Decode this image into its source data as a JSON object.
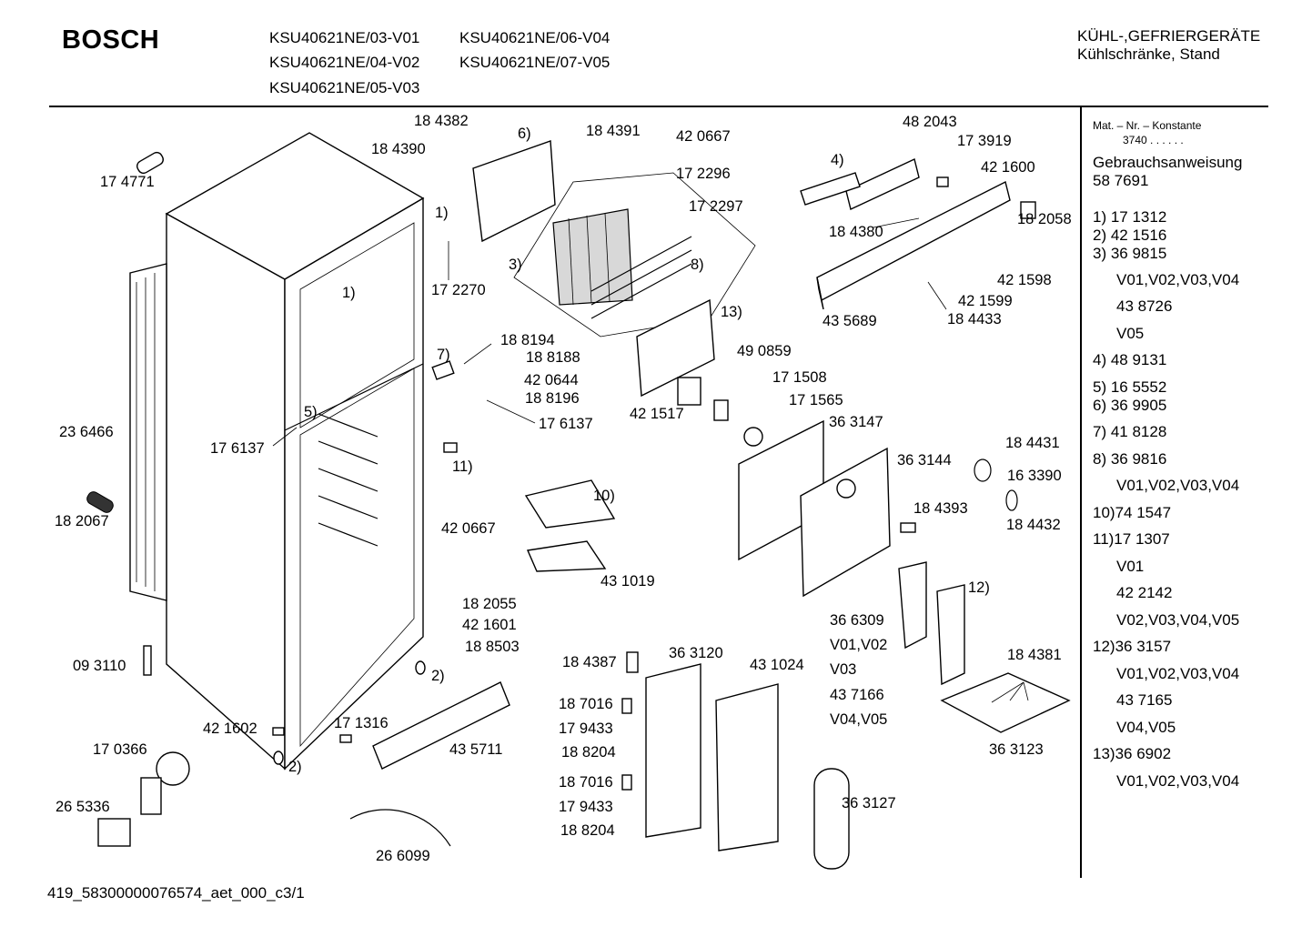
{
  "header": {
    "brand": "BOSCH",
    "models": [
      "KSU40621NE/03-V01",
      "KSU40621NE/04-V02",
      "KSU40621NE/05-V03",
      "KSU40621NE/06-V04",
      "KSU40621NE/07-V05"
    ],
    "category": "KÜHL-,GEFRIERGERÄTE",
    "subcategory": "Kühlschränke, Stand"
  },
  "sidebar": {
    "mat_label": "Mat. – Nr. – Konstante",
    "mat_value": "3740 . .     . . . .",
    "manual_label": "Gebrauchsanweisung",
    "manual_number": "58 7691",
    "rows": [
      "1)  17 1312",
      "2)  42 1516",
      "3)  36 9815",
      "V01,V02,V03,V04",
      "43 8726",
      "V05",
      "4)  48 9131",
      "5)  16 5552",
      "6)  36 9905",
      "7)  41 8128",
      "8)  36 9816",
      "V01,V02,V03,V04",
      "10)74 1547",
      "11)17 1307",
      "V01",
      "42 2142",
      "V02,V03,V04,V05",
      "12)36 3157",
      "V01,V02,V03,V04",
      "43 7165",
      "V04,V05",
      "13)36 6902",
      "V01,V02,V03,V04"
    ]
  },
  "labels": [
    "18 4382",
    "6)",
    "18 4391",
    "42 0667",
    "18 4390",
    "17 2296",
    "17 2297",
    "1)",
    "3)",
    "8)",
    "17 2270",
    "17 4771",
    "48 2043",
    "17 3919",
    "4)",
    "42 1600",
    "18 4380",
    "18 2058",
    "42 1598",
    "42 1599",
    "43 5689",
    "18 4433",
    "1)",
    "18 8194",
    "7)",
    "18 8188",
    "42 0644",
    "18 8196",
    "17 6137",
    "13)",
    "49 0859",
    "17 1508",
    "42 1517",
    "17 1565",
    "36 3147",
    "23 6466",
    "5)",
    "17 6137",
    "11)",
    "10)",
    "36 3144",
    "18 4431",
    "16 3390",
    "18 4393",
    "18 4432",
    "18 2067",
    "42 0667",
    "43 1019",
    "12)",
    "18 2055",
    "42 1601",
    "18 8503",
    "36 6309",
    "V01,V02",
    "V03",
    "43 7166",
    "V04,V05",
    "18 4381",
    "09 3110",
    "2)",
    "18 4387",
    "36 3120",
    "43 1024",
    "42 1602",
    "17 1316",
    "43 5711",
    "18 7016",
    "17 9433",
    "18 8204",
    "36 3123",
    "17 0366",
    "2)",
    "18 7016",
    "17 9433",
    "18 8204",
    "26 5336",
    "36 3127",
    "26 6099"
  ],
  "footer": "419_58300000076574_aet_000_c",
  "page_number": "3/1"
}
